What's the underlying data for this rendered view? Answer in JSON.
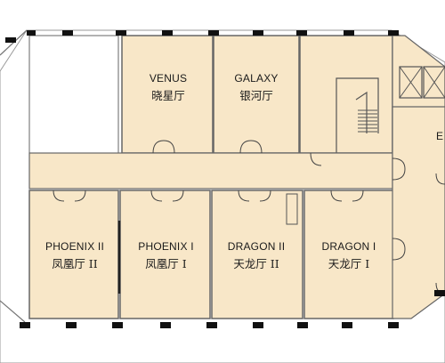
{
  "rooms": {
    "venus": {
      "name_en": "VENUS",
      "name_cn": "晓星厅"
    },
    "galaxy": {
      "name_en": "GALAXY",
      "name_cn": "银河厅"
    },
    "phoenix2": {
      "name_en": "PHOENIX II",
      "name_cn": "凤凰厅 II"
    },
    "phoenix1": {
      "name_en": "PHOENIX I",
      "name_cn": "凤凰厅 I"
    },
    "dragon2": {
      "name_en": "DRAGON II",
      "name_cn": "天龙厅 II"
    },
    "dragon1": {
      "name_en": "DRAGON I",
      "name_cn": "天龙厅 I"
    }
  },
  "partial_label": "E",
  "colors": {
    "room_fill": "#f8e7c8",
    "wall": "#555555",
    "column": "#111111",
    "floor_white": "#ffffff"
  }
}
